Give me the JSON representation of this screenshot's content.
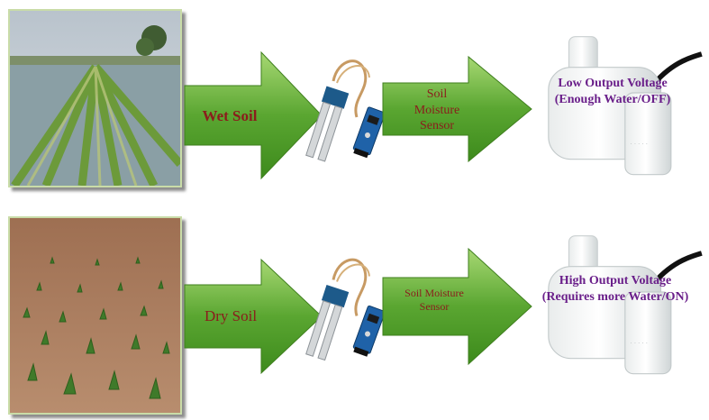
{
  "rows": [
    {
      "field_label": "Wet Soil",
      "sensor_label": "Soil\nMoisture\nSensor",
      "output_label_line1": "Low Output Voltage",
      "output_label_line2": "(Enough Water/OFF)"
    },
    {
      "field_label": "Dry Soil",
      "sensor_label": "Soil Moisture\nSensor",
      "output_label_line1": "High Output Voltage",
      "output_label_line2": "(Requires more Water/ON)"
    }
  ],
  "colors": {
    "arrow_fill": "#5aa631",
    "arrow_light": "#9fd06a",
    "arrow_edge": "#3f7f1e",
    "label_red": "#8b1c1c",
    "label_purple": "#6a1f8a"
  },
  "icons": [
    "wet-field-photo",
    "dry-field-photo",
    "soil-moisture-sensor-icon",
    "water-pump-icon"
  ]
}
